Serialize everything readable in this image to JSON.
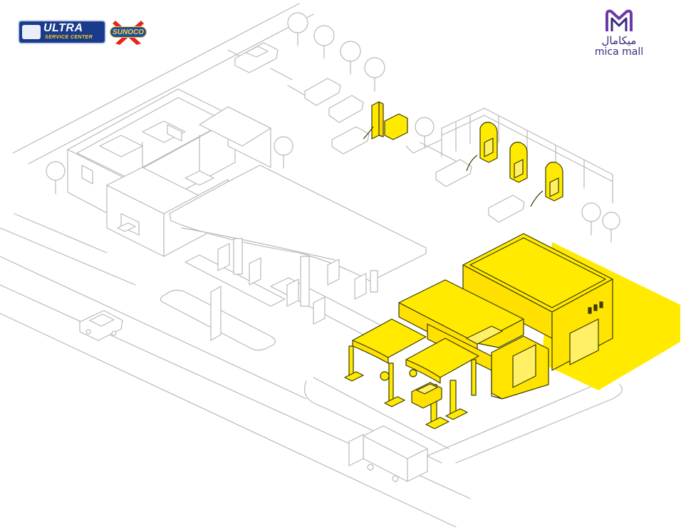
{
  "logos": {
    "ultra": {
      "name": "ULTRA",
      "tagline": "SERVICE CENTER"
    },
    "sunoco": {
      "name": "SUNOCO"
    },
    "mica": {
      "arabic": "ميكامال",
      "latin": "mica mall",
      "color": "#3a2a7a"
    }
  },
  "colors": {
    "line": "#b9b9b9",
    "highlight": "#ffea00",
    "highlight_stroke": "#3a3a00",
    "ultra_blue": "#1a3a8c",
    "sunoco_yellow": "#ffd21f"
  },
  "highlighted_elements": [
    "ev-chargers",
    "vacuum-stations",
    "car-wash-building",
    "service-center-building",
    "service-lot"
  ]
}
